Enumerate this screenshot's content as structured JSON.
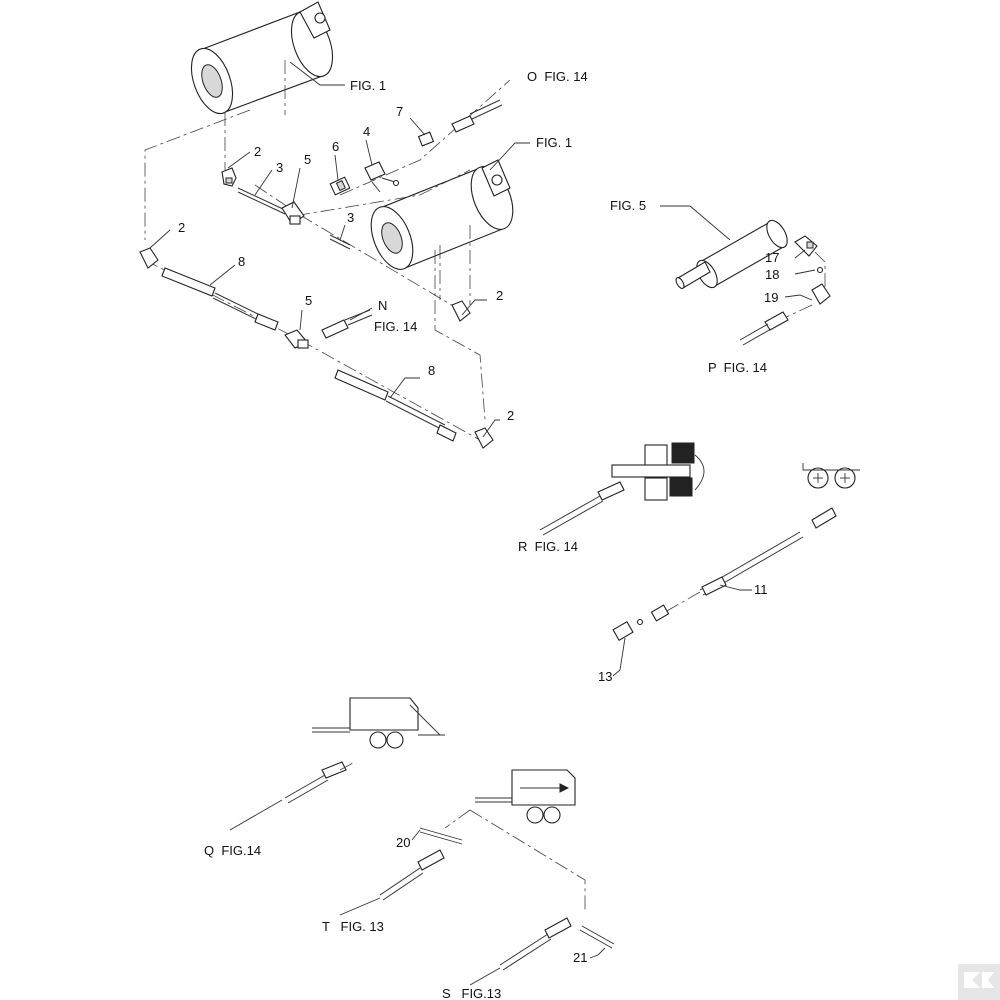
{
  "diagram": {
    "callouts": [
      {
        "id": "c1",
        "text": "FIG. 1"
      },
      {
        "id": "c2",
        "text": "O  FIG. 14"
      },
      {
        "id": "c3",
        "text": "7"
      },
      {
        "id": "c4",
        "text": "4"
      },
      {
        "id": "c5",
        "text": "6"
      },
      {
        "id": "c6",
        "text": "5"
      },
      {
        "id": "c7",
        "text": "3"
      },
      {
        "id": "c8",
        "text": "2"
      },
      {
        "id": "c9",
        "text": "FIG. 1"
      },
      {
        "id": "c10",
        "text": "3"
      },
      {
        "id": "c11",
        "text": "2"
      },
      {
        "id": "c12",
        "text": "8"
      },
      {
        "id": "c13",
        "text": "2"
      },
      {
        "id": "c14",
        "text": "5"
      },
      {
        "id": "c15",
        "text": "N"
      },
      {
        "id": "c16",
        "text": "FIG. 14"
      },
      {
        "id": "c17",
        "text": "8"
      },
      {
        "id": "c18",
        "text": "2"
      },
      {
        "id": "c19",
        "text": "FIG. 5"
      },
      {
        "id": "c20",
        "text": "17"
      },
      {
        "id": "c21",
        "text": "18"
      },
      {
        "id": "c22",
        "text": "19"
      },
      {
        "id": "c23",
        "text": "P  FIG. 14"
      },
      {
        "id": "c24",
        "text": "R  FIG. 14"
      },
      {
        "id": "c25",
        "text": "11"
      },
      {
        "id": "c26",
        "text": "13"
      },
      {
        "id": "c27",
        "text": "Q  FIG.14"
      },
      {
        "id": "c28",
        "text": "20"
      },
      {
        "id": "c29",
        "text": "T   FIG. 13"
      },
      {
        "id": "c30",
        "text": "21"
      },
      {
        "id": "c31",
        "text": "S   FIG.13"
      }
    ]
  }
}
